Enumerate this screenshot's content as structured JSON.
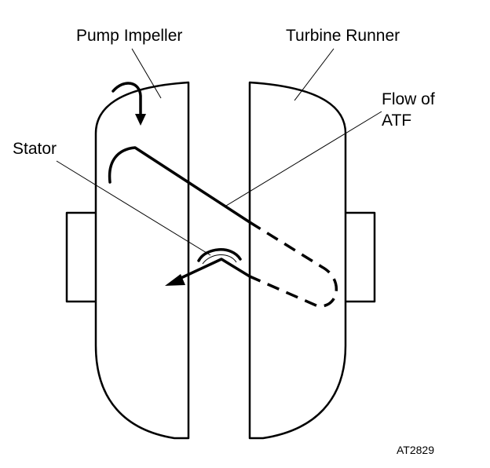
{
  "labels": {
    "pump_impeller": "Pump Impeller",
    "turbine_runner": "Turbine Runner",
    "flow_of_line1": "Flow of",
    "flow_of_line2": "ATF",
    "stator": "Stator",
    "reference_code": "AT2829"
  },
  "colors": {
    "line": "#000000",
    "background": "#ffffff"
  }
}
